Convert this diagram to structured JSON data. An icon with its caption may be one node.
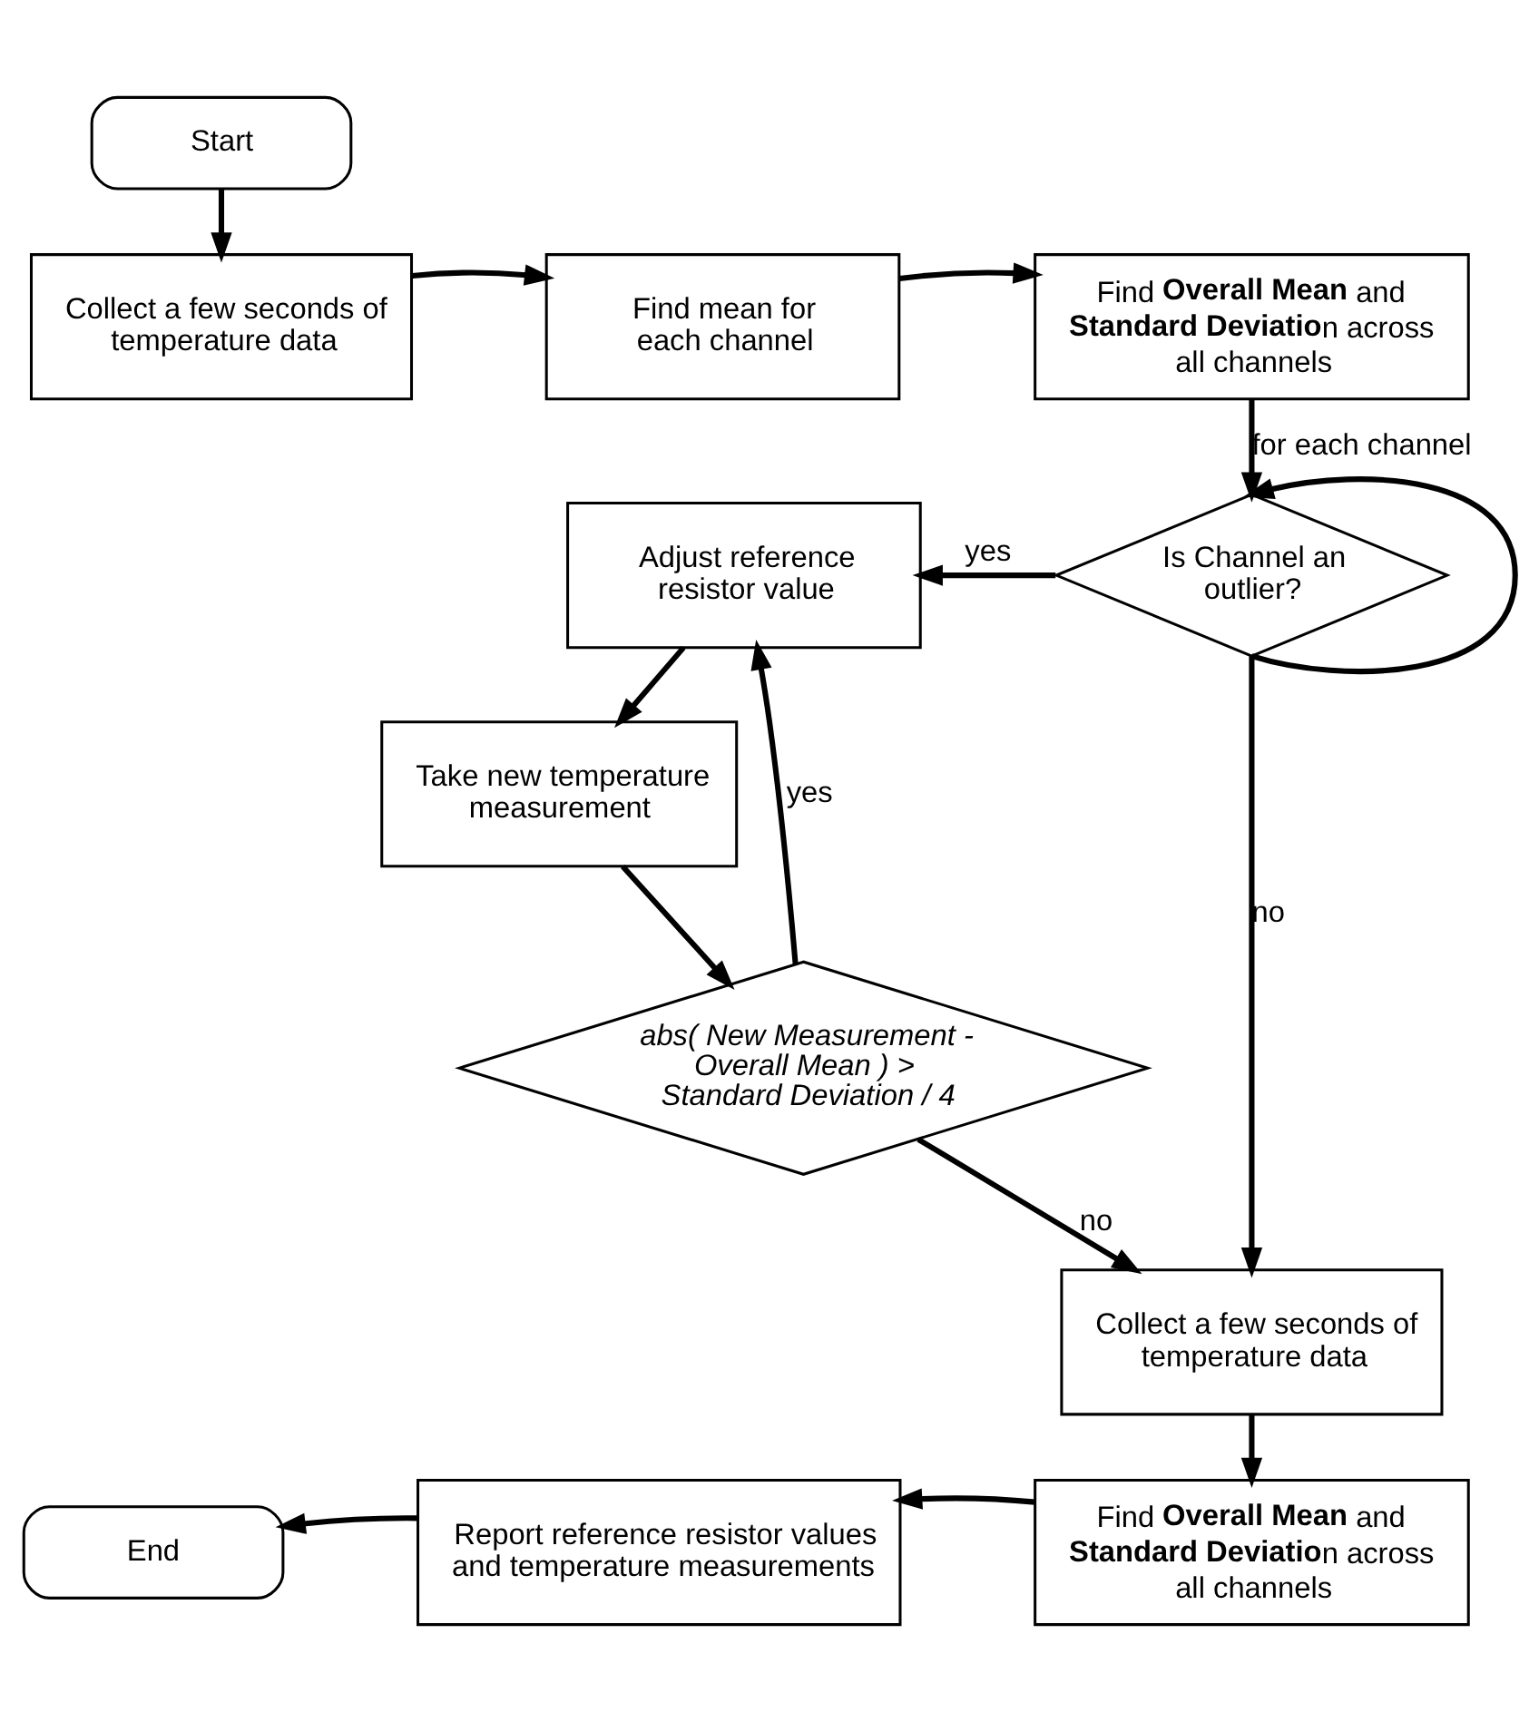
{
  "diagram": {
    "nodes": [
      {
        "text": [
          "Start"
        ]
      },
      {
        "text": [
          "Collect a few seconds of temperature data"
        ]
      },
      {
        "text": [
          "Find mean for each channel"
        ]
      },
      {
        "text": [
          "Find **Overall Mean** and **Standard Deviatio**n across all channels"
        ]
      },
      {
        "text": [
          "Is Channel an outlier?"
        ]
      },
      {
        "text": [
          "Adjust reference resistor value"
        ]
      },
      {
        "text": [
          "Take new temperature measurement"
        ]
      },
      {
        "text": [
          "abs( New Measurement - Overall Mean ) > Standard Deviation / 4"
        ]
      },
      {
        "text": [
          "Collect a few seconds of temperature data"
        ]
      },
      {
        "text": [
          "Find **Overall Mean** and **Standard Deviatio**n across all channels"
        ]
      },
      {
        "text": [
          "Report reference resistor values and temperature measurements"
        ]
      },
      {
        "text": [
          "End"
        ]
      }
    ],
    "edges": [
      {
        "from": 0,
        "to": 1,
        "arrow": "to"
      },
      {
        "from": 1,
        "to": 2,
        "arrow": "to"
      },
      {
        "from": 2,
        "to": 3,
        "arrow": "to"
      },
      {
        "from": 3,
        "to": 4,
        "arrow": "to",
        "label": "for each channel"
      },
      {
        "from": 4,
        "to": 5,
        "arrow": "to",
        "label": "yes"
      },
      {
        "from": 4,
        "to": 4,
        "arrow": "to"
      },
      {
        "from": 4,
        "to": 8,
        "arrow": "to",
        "label": "no"
      },
      {
        "from": 5,
        "to": 6,
        "arrow": "to"
      },
      {
        "from": 6,
        "to": 7,
        "arrow": "to"
      },
      {
        "from": 7,
        "to": 5,
        "arrow": "to",
        "label": "yes"
      },
      {
        "from": 7,
        "to": 8,
        "arrow": "to",
        "label": "no"
      },
      {
        "from": 8,
        "to": 9,
        "arrow": "to"
      },
      {
        "from": 9,
        "to": 10,
        "arrow": "to"
      },
      {
        "from": 10,
        "to": 11,
        "arrow": "to"
      }
    ]
  }
}
